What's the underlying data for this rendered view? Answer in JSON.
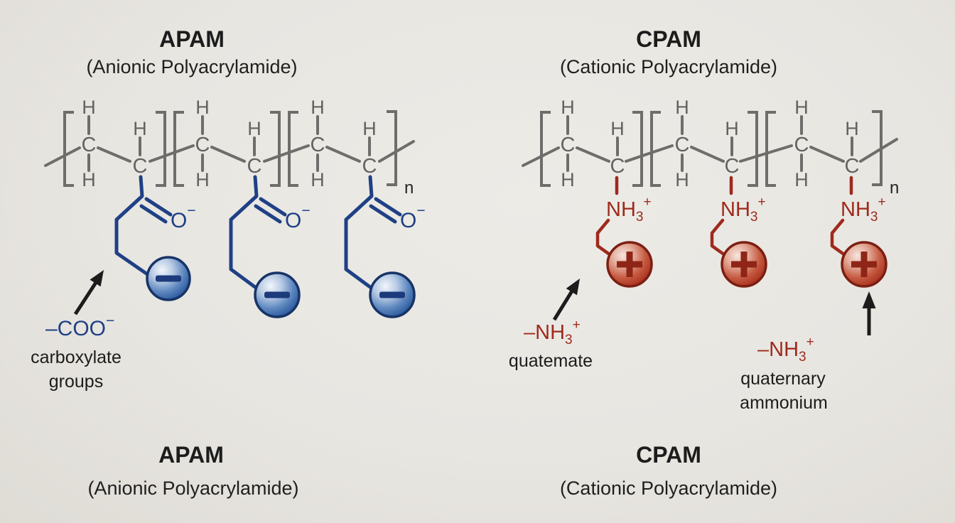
{
  "diagram": {
    "background": "#e8e6e1",
    "backbone_color": "#6e6d6b",
    "text_color": "#1c1c1c"
  },
  "atoms": {
    "carbon": "C",
    "hydrogen": "H"
  },
  "polymer": {
    "subscript": "n"
  },
  "apam": {
    "title": "APAM",
    "subtitle": "(Anionic Polyacrylamide)",
    "accent": "#1f4085",
    "oxygen": {
      "main": "O",
      "charge": "−"
    },
    "sphere_charge": "−",
    "annotation": {
      "group": "–COO",
      "charge": "−",
      "caption_line1": "carboxylate",
      "caption_line2": "groups"
    }
  },
  "cpam": {
    "title": "CPAM",
    "subtitle": "(Cationic Polyacrylamide)",
    "accent": "#9e2a1d",
    "amine": {
      "main": "NH",
      "sub": "3",
      "sup": "+"
    },
    "sphere_charge": "+",
    "annotation_left": {
      "group": "–NH",
      "sub": "3",
      "sup": "+",
      "caption": "quatemate"
    },
    "annotation_right": {
      "group": "–NH",
      "sub": "3",
      "sup": "+",
      "caption_line1": "quaternary",
      "caption_line2": "ammonium"
    }
  }
}
